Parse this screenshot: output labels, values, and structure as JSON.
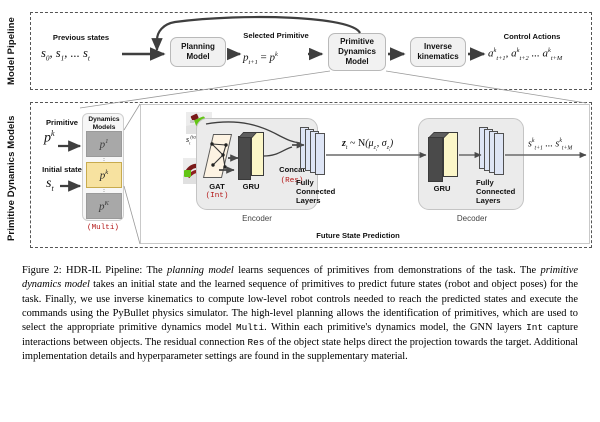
{
  "figure": {
    "sections": {
      "top_label": "Model Pipeline",
      "bottom_label": "Primitive Dynamics Models"
    },
    "pipeline": {
      "previous_states_label": "Previous states",
      "previous_states_math": "s0, s1, ... st",
      "planning_model": "Planning Model",
      "selected_primitive_label": "Selected Primitive",
      "selected_primitive_math": "pt+1 = p^k",
      "primitive_dynamics_model": "Primitive Dynamics Model",
      "inverse_kinematics": "Inverse kinematics",
      "control_actions_label": "Control Actions",
      "control_actions_math": "a^k t+1, a^k t+2 ... a^k t+M"
    },
    "pdm": {
      "primitive_label": "Primitive",
      "primitive_math": "p^k",
      "initial_state_label": "Initial state",
      "initial_state_math": "st",
      "dynamics_models_title": "Dynamics Models",
      "model_cells": [
        "p1",
        "pk",
        "pK"
      ],
      "multi_tag": "(Multi)"
    },
    "encoder": {
      "group_label": "Encoder",
      "input_table_math": "st(table)",
      "input_state_math": "st",
      "gat_label": "GAT",
      "gat_tag": "(Int)",
      "gru_label": "GRU",
      "concat_label": "Concat",
      "res_tag": "(Res)",
      "fc_label": "Fully Connected Layers"
    },
    "latent": {
      "math": "zt ~ N(muzt, sigmazt)"
    },
    "decoder": {
      "group_label": "Decoder",
      "gru_label": "GRU",
      "fc_label": "Fully Connected Layers",
      "output_math": "s^k t+1 ... s^k t+M"
    },
    "fsp_label": "Future State Prediction",
    "colors": {
      "highlight_yellow": "#f7e2a0",
      "gray_block": "#a8a8a8",
      "dark_slab": "#4a4a4a",
      "plane_blue": "#dee5f5",
      "gat_cream": "#fdf3e3",
      "code_red": "#b31515",
      "group_gray": "#ebebeb"
    }
  },
  "caption": {
    "prefix": "Figure 2: HDR-IL Pipeline: The ",
    "em1": "planning model",
    "t1": " learns sequences of primitives from demonstrations of the task. The ",
    "em2": "primitive dynamics model",
    "t2": " takes an initial state and the learned sequence of primitives to predict future states (robot and object poses) for the task. Finally, we use inverse kinematics to compute low-level robot controls needed to reach the predicted states and execute the commands using the PyBullet physics simulator. The high-level planning allows the identification of primitives, which are used to select the appropriate primitive dynamics model ",
    "mono1": "Multi",
    "t3": ". Within each primitive's dynamics model, the GNN layers ",
    "mono2": "Int",
    "t4": " capture interactions between objects. The residual connection ",
    "mono3": "Res",
    "t5": " of the object state helps direct the projection towards the target. Additional implementation details and hyperparameter settings are found in the supplementary material."
  }
}
